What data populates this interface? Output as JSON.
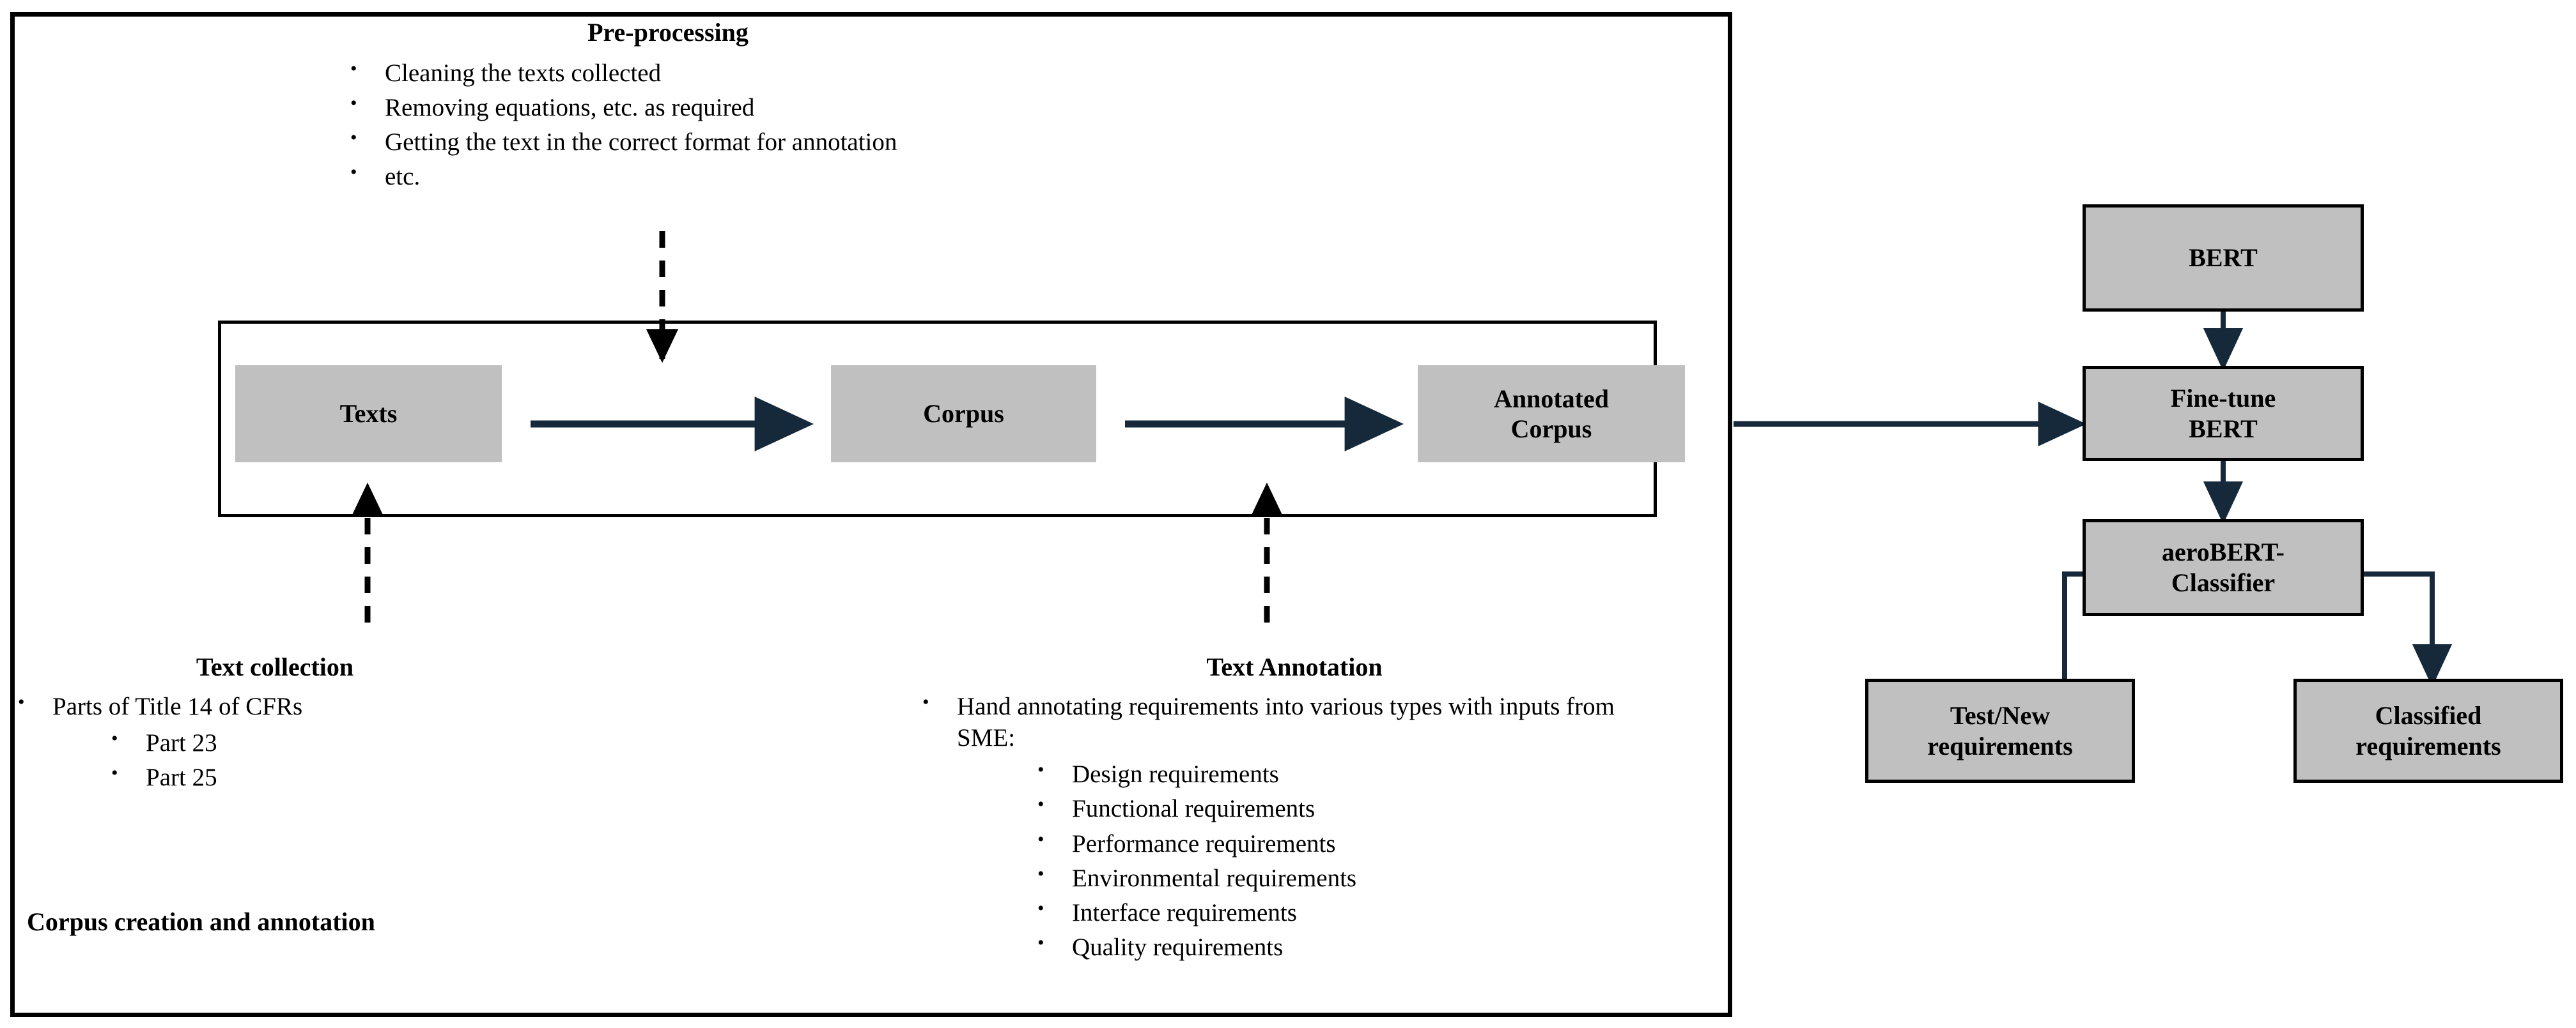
{
  "diagram": {
    "left_panel": {
      "caption": "Corpus creation and annotation",
      "preprocessing": {
        "title": "Pre-processing",
        "items": [
          "Cleaning the texts collected",
          "Removing equations, etc. as required",
          "Getting the text in the correct format for annotation",
          "etc."
        ]
      },
      "text_collection": {
        "title": "Text collection",
        "items": [
          "Parts of Title 14 of CFRs"
        ],
        "subitems": [
          "Part 23",
          "Part 25"
        ]
      },
      "text_annotation": {
        "title": "Text Annotation",
        "items": [
          "Hand annotating requirements into various types with inputs from SME:"
        ],
        "subitems": [
          "Design requirements",
          "Functional requirements",
          "Performance requirements",
          "Environmental requirements",
          "Interface requirements",
          "Quality requirements"
        ]
      },
      "flow_nodes": [
        {
          "id": "texts",
          "label": "Texts"
        },
        {
          "id": "corpus",
          "label": "Corpus"
        },
        {
          "id": "annotated-corpus",
          "label": "Annotated\nCorpus"
        }
      ]
    },
    "right_panel": {
      "nodes": [
        {
          "id": "bert",
          "label": "BERT"
        },
        {
          "id": "fine-tune-bert",
          "label": "Fine-tune\nBERT"
        },
        {
          "id": "aerobert-classifier",
          "label": "aeroBERT-\nClassifier"
        },
        {
          "id": "test-new-requirements",
          "label": "Test/New\nrequirements"
        },
        {
          "id": "classified-requirements",
          "label": "Classified\nrequirements"
        }
      ]
    },
    "colors": {
      "box_fill": "#c0c0c0",
      "border": "#000000",
      "solid_arrow": "#15293b",
      "dashed_arrow": "#000000",
      "background": "#ffffff"
    },
    "connections": [
      {
        "from": "texts",
        "to": "corpus",
        "style": "solid"
      },
      {
        "from": "corpus",
        "to": "annotated-corpus",
        "style": "solid"
      },
      {
        "from": "annotated-corpus",
        "to": "fine-tune-bert",
        "style": "solid"
      },
      {
        "from": "bert",
        "to": "fine-tune-bert",
        "style": "solid"
      },
      {
        "from": "fine-tune-bert",
        "to": "aerobert-classifier",
        "style": "solid"
      },
      {
        "from": "test-new-requirements",
        "to": "aerobert-classifier",
        "style": "solid"
      },
      {
        "from": "aerobert-classifier",
        "to": "classified-requirements",
        "style": "solid"
      },
      {
        "from": "text-collection",
        "to": "texts",
        "style": "dashed"
      },
      {
        "from": "pre-processing",
        "to": "texts-corpus-link",
        "style": "dashed"
      },
      {
        "from": "text-annotation",
        "to": "annotated-corpus",
        "style": "dashed"
      }
    ]
  }
}
